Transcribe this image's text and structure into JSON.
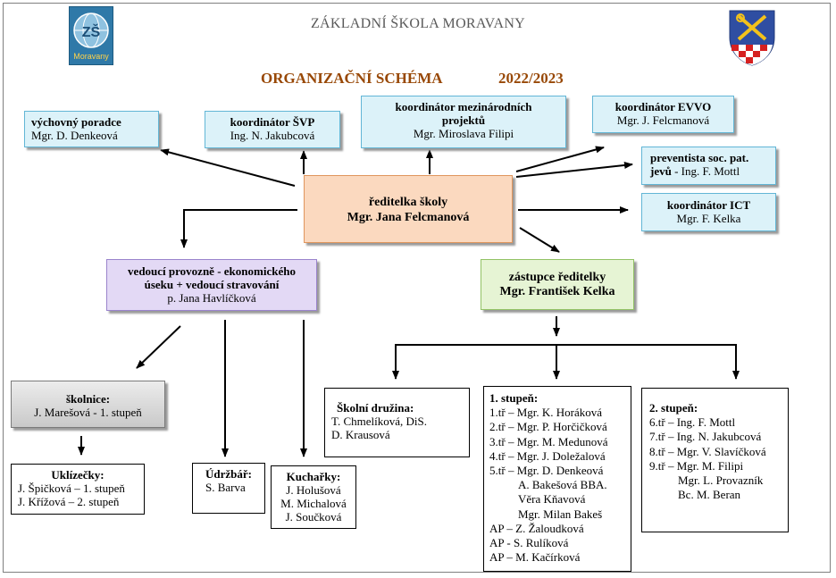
{
  "header": {
    "school_name": "ZÁKLADNÍ ŠKOLA MORAVANY",
    "scheme_title": "ORGANIZAČNÍ SCHÉMA",
    "year": "2022/2023",
    "logo_left_text": "Moravany",
    "logo_left_mark": "ZŠ"
  },
  "nodes": {
    "director": {
      "role": "ředitelka  školy",
      "name": "Mgr. Jana Felcmanová"
    },
    "counselor": {
      "role": "výchovný poradce",
      "name": "Mgr. D. Denkeová"
    },
    "svp": {
      "role": "koordinátor ŠVP",
      "name": "Ing. N. Jakubcová"
    },
    "intl": {
      "role": "koordinátor mezinárodních projektů",
      "name": "Mgr. Miroslava Filipi"
    },
    "evvo": {
      "role": "koordinátor EVVO",
      "name": "Mgr. J. Felcmanová"
    },
    "prevention": {
      "role": "preventista soc. pat. jevů",
      "name": " - Ing. F. Mottl"
    },
    "ict": {
      "role": "koordinátor ICT",
      "name": "Mgr. F. Kelka"
    },
    "operations": {
      "role": "vedoucí provozně - ekonomického úseku + vedoucí stravování",
      "name": "p. Jana Havlíčková"
    },
    "deputy": {
      "role": "zástupce ředitelky",
      "name": "Mgr. František Kelka"
    },
    "janitor": {
      "role": "školnice:",
      "name": "J. Marešová - 1. stupeň"
    },
    "cleaners": {
      "role": "Uklízečky:",
      "lines": [
        "J. Špičková – 1. stupeň",
        "J. Křížová – 2. stupeň"
      ]
    },
    "maintenance": {
      "role": "Údržbář:",
      "lines": [
        "S. Barva"
      ]
    },
    "cooks": {
      "role": "Kuchařky:",
      "lines": [
        "J. Holušová",
        "M. Michalová",
        "J. Součková"
      ]
    },
    "club": {
      "role": "Školní družina:",
      "lines": [
        "T. Chmelíková, DiS.",
        "D. Krausová"
      ]
    },
    "stage1": {
      "role": "1. stupeň:",
      "lines": [
        "1.tř – Mgr. K. Horáková",
        "2.tř – Mgr. P. Horčičková",
        "3.tř – Mgr. M. Medunová",
        "4.tř – Mgr. J. Doležalová",
        "5.tř – Mgr. D. Denkeová"
      ],
      "indented": [
        "A. Bakešová BBA.",
        "Věra Kňavová",
        "Mgr. Milan Bakeš"
      ],
      "assistants": [
        "AP – Z. Žaloudková",
        "AP - S. Rulíková",
        "AP – M. Kačírková"
      ]
    },
    "stage2": {
      "role": "2. stupeň:",
      "lines": [
        "6.tř – Ing. F. Mottl",
        "7.tř – Ing. N. Jakubcová",
        "8.tř – Mgr. V. Slavíčková",
        "9.tř – Mgr. M. Filipi"
      ],
      "indented": [
        "Mgr. L. Provazník",
        "Bc. M. Beran"
      ]
    }
  }
}
